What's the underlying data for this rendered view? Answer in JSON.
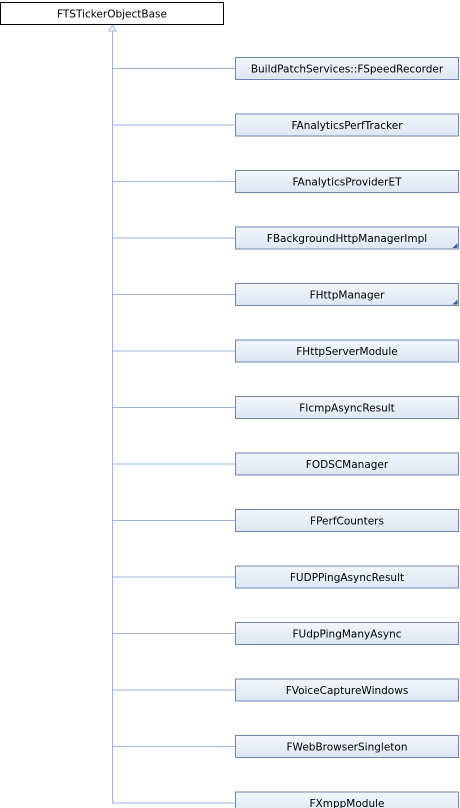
{
  "colors": {
    "base_fill": "#ffffff",
    "base_border": "#000000",
    "child_fill_top": "#f3f6fb",
    "child_fill_bottom": "#dde6f3",
    "child_border": "#6f86b4",
    "connector": "#9bb7e0",
    "corner_marker": "#3f5f96"
  },
  "base_class": {
    "label": "FTSTickerObjectBase"
  },
  "children": [
    {
      "label": "BuildPatchServices::FSpeedRecorder",
      "has_more": false
    },
    {
      "label": "FAnalyticsPerfTracker",
      "has_more": false
    },
    {
      "label": "FAnalyticsProviderET",
      "has_more": false
    },
    {
      "label": "FBackgroundHttpManagerImpl",
      "has_more": true
    },
    {
      "label": "FHttpManager",
      "has_more": true
    },
    {
      "label": "FHttpServerModule",
      "has_more": false
    },
    {
      "label": "FIcmpAsyncResult",
      "has_more": false
    },
    {
      "label": "FODSCManager",
      "has_more": false
    },
    {
      "label": "FPerfCounters",
      "has_more": false
    },
    {
      "label": "FUDPPingAsyncResult",
      "has_more": false
    },
    {
      "label": "FUdpPingManyAsync",
      "has_more": false
    },
    {
      "label": "FVoiceCaptureWindows",
      "has_more": false
    },
    {
      "label": "FWebBrowserSingleton",
      "has_more": false
    },
    {
      "label": "FXmppModule",
      "has_more": false
    }
  ]
}
